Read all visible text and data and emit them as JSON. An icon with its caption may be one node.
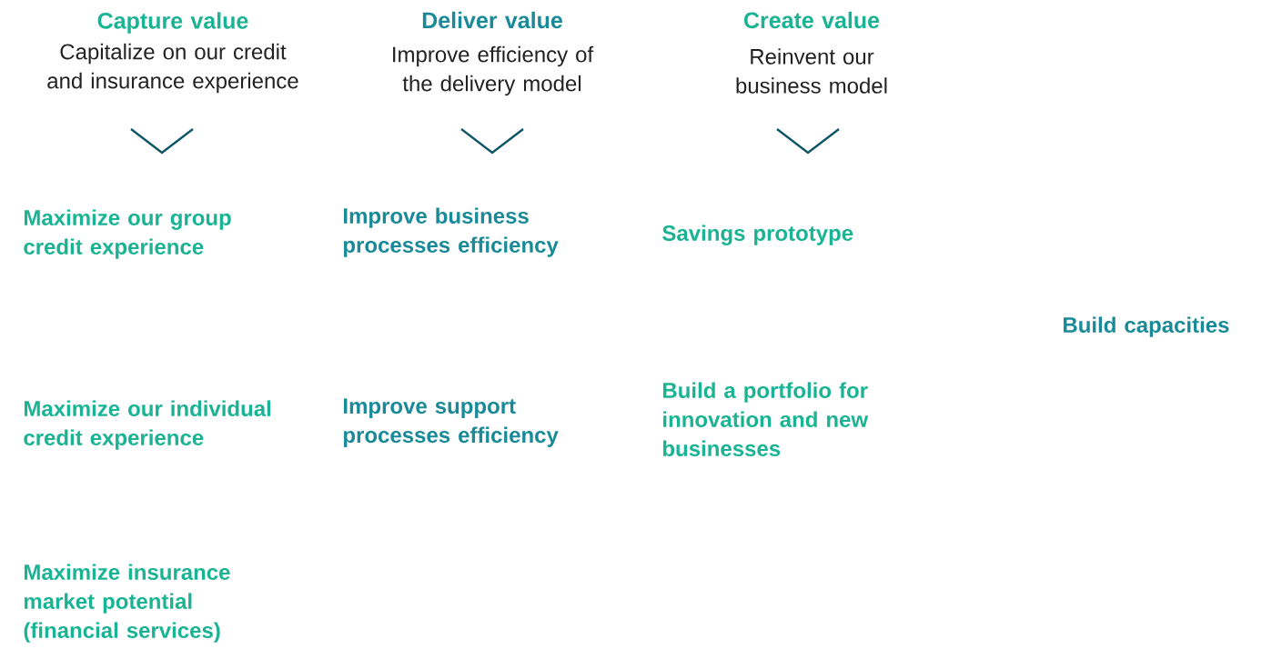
{
  "diagram": {
    "labels": [
      "Capture value",
      "Capitalize on our credit and insurance experience",
      "Deliver value",
      "Improve efficiency of the delivery model",
      "Create value",
      "Reinvent our business model",
      "Maximize our group credit experience",
      "Improve business processes efficiency",
      "Savings prototype",
      "Build capacities",
      "Maximize our individual credit experience",
      "Improve support processes efficiency",
      "Build a portfolio for innovation and new businesses",
      "Maximize insurance market potential (financial services)"
    ]
  }
}
